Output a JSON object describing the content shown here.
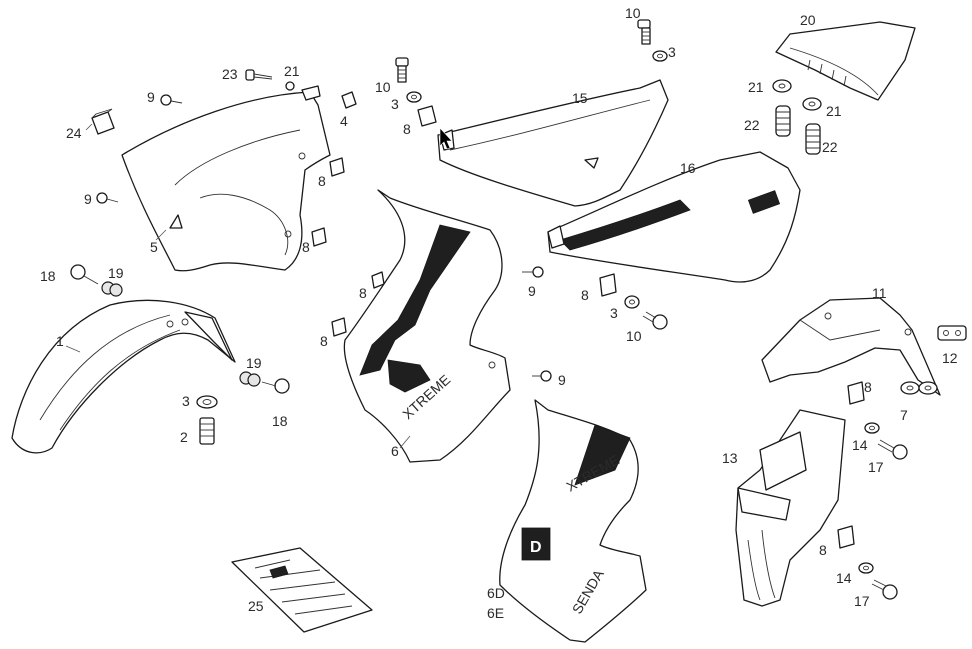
{
  "labels": {
    "p1": "1",
    "p2": "2",
    "p3a": "3",
    "p3b": "3",
    "p3c": "3",
    "p3d": "3",
    "p4": "4",
    "p5": "5",
    "p6": "6",
    "p6d": "6D",
    "p6e": "6E",
    "p7": "7",
    "p8a": "8",
    "p8b": "8",
    "p8c": "8",
    "p8d": "8",
    "p8e": "8",
    "p8f": "8",
    "p8g": "8",
    "p8h": "8",
    "p9a": "9",
    "p9b": "9",
    "p9c": "9",
    "p9d": "9",
    "p10a": "10",
    "p10b": "10",
    "p10c": "10",
    "p11": "11",
    "p12": "12",
    "p13": "13",
    "p14a": "14",
    "p14b": "14",
    "p15": "15",
    "p16": "16",
    "p17a": "17",
    "p17b": "17",
    "p18a": "18",
    "p18b": "18",
    "p19a": "19",
    "p19b": "19",
    "p20": "20",
    "p21a": "21",
    "p21b": "21",
    "p21c": "21",
    "p22a": "22",
    "p22b": "22",
    "p23": "23",
    "p24": "24",
    "p25": "25"
  },
  "decals": {
    "xtreme": "XTREME",
    "badge_d": "D",
    "senda": "SENDA"
  }
}
